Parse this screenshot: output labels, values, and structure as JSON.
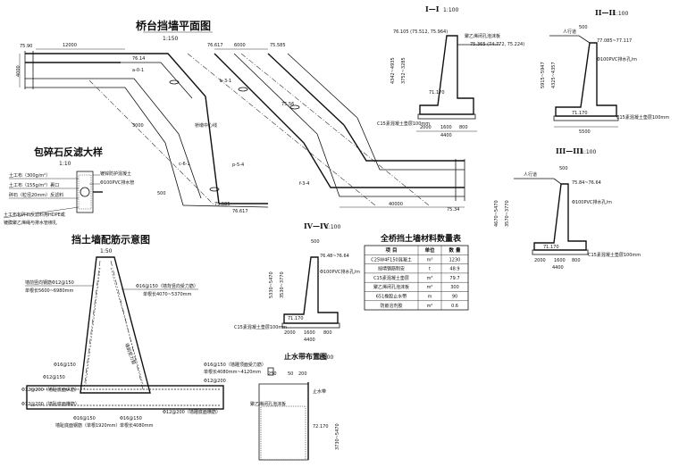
{
  "plan": {
    "title": "桥台挡墙平面图",
    "scale": "1:150",
    "elev_7590": "75.90",
    "elev_7614": "76.14",
    "elev_76617_top": "76.617",
    "elev_75585_top": "75.585",
    "elev_75585_bot": "75.585",
    "elev_76617_bot": "76.617",
    "elev_7534": "75.34",
    "elev_7556": "75.56",
    "dim_12000": "12000",
    "dim_6000": "6000",
    "dim_4000_left": "4000",
    "dim_40000": "40000",
    "dim_3000": "3000",
    "dim_500": "500",
    "center_label": "桥墩中心线",
    "sec_a": "a-0-1",
    "sec_b": "b-3-1",
    "sec_c": "c-6-1",
    "sec_d": "p-5-4",
    "sec_e": "f-3-4"
  },
  "section1": {
    "title": "I—I",
    "scale": "1:100",
    "elev_top": "76.105 (75.512, 75.964)",
    "elev_right": "75.365 (74.772, 75.224)",
    "joint": "聚乙烯闭孔泡沫板",
    "elev_bot": "71.170",
    "dims_v": "4342~4935",
    "dims_v2": "3752~3285",
    "dim_2000": "2000",
    "dim_1600": "1600",
    "dim_800": "800",
    "dim_4400": "4400",
    "c15": "C15素混凝土垫层100mm"
  },
  "section2": {
    "title": "II—II",
    "scale": "1:100",
    "walk": "人行道",
    "dim_500": "500",
    "elev_top": "77.085~77.117",
    "pipe": "Φ100PVC排水孔/m",
    "dims_v": "5915~5947",
    "dims_v2": "4325~4357",
    "elev_bot": "71.170",
    "c15": "C15素混凝土垫层100mm",
    "dim_5500": "5500"
  },
  "section3": {
    "title": "III—III",
    "scale": "1:100",
    "walk": "人行道",
    "dim_500": "500",
    "elev_top": "75.84~76.64",
    "pipe": "Φ100PVC排水孔/m",
    "dims_v": "4670~5470",
    "dims_v2": "3570~3770",
    "elev_bot": "71.170",
    "dim_2000": "2000",
    "dim_1600": "1600",
    "dim_800": "800",
    "dim_4400": "4400",
    "c15": "C15素混凝土垫层100mm"
  },
  "section4": {
    "title": "IV—IV",
    "scale": "1:100",
    "dim_500": "500",
    "elev_top": "76.48~76.64",
    "pipe": "Φ100PVC排水孔/m",
    "dims_v": "5330~5470",
    "dims_v2": "3530~3770",
    "elev_bot": "71.170",
    "dim_2000": "2000",
    "dim_1600": "1600",
    "dim_800": "800",
    "dim_4400": "4400",
    "c15": "C15素混凝土垫层100mm"
  },
  "filter": {
    "title": "包碎石反滤大样",
    "scale": "1:10",
    "l1": "土工布（300g/m²）",
    "l2": "土工布（155g/m²）裹口",
    "l3": "碎石（粒径20mm）反滤料",
    "l4": "土工布包碎石反滤料用HDPE或",
    "l5": "镀膜聚乙烯绳与排水管绑扎",
    "r1": "镀锌防护混凝土",
    "r2": "Φ100PVC排水管"
  },
  "rebar": {
    "title": "挡土墙配筋示意图",
    "scale": "1:50",
    "a1": "墙前竖向钢筋Φ12@150",
    "a2": "单根长5600~6980mm",
    "a3": "Φ16@150（墙背竖向受力筋）",
    "a4": "单根长4070~5370mm",
    "a5": "Φ16@150",
    "a6": "Φ12@150",
    "a7": "Φ12@200（墙趾底面纵筋）",
    "a8": "Φ12@200（墙趾底面横筋）",
    "a9": "Φ16@150",
    "a10": "墙趾底面钢筋（单根1920mm）",
    "a11": "Φ16@150",
    "a12": "单根长4080mm",
    "a13": "Φ16@150（墙踵顶面受力筋）",
    "a14": "单根长4080mm~4120mm",
    "a15": "Φ12@200",
    "a16": "Φ12@200（墙踵底面横筋）",
    "a17": "墙前受力筋"
  },
  "table": {
    "title": "全桥挡土墙材料数量表",
    "headers": [
      "项  目",
      "单位",
      "数  量"
    ],
    "rows": [
      [
        "C25W4F150混凝土",
        "m³",
        "1230"
      ],
      [
        "挡墙钢筋制安",
        "t",
        "48.9"
      ],
      [
        "C15素混凝土垫层",
        "m³",
        "79.7"
      ],
      [
        "聚乙烯闭孔泡沫板",
        "m²",
        "300"
      ],
      [
        "651橡胶止水带",
        "m",
        "90"
      ],
      [
        "防嵌溶剂胶",
        "m²",
        "0.6"
      ]
    ]
  },
  "waterstop": {
    "title": "止水带布置图",
    "scale": "1:100",
    "dim_250": "250",
    "dim_50": "50",
    "dim_200": "200",
    "lbl_band": "止水带",
    "lbl_joint": "聚乙烯闭孔泡沫板",
    "elev": "72.170",
    "dims": "3730~5470"
  }
}
